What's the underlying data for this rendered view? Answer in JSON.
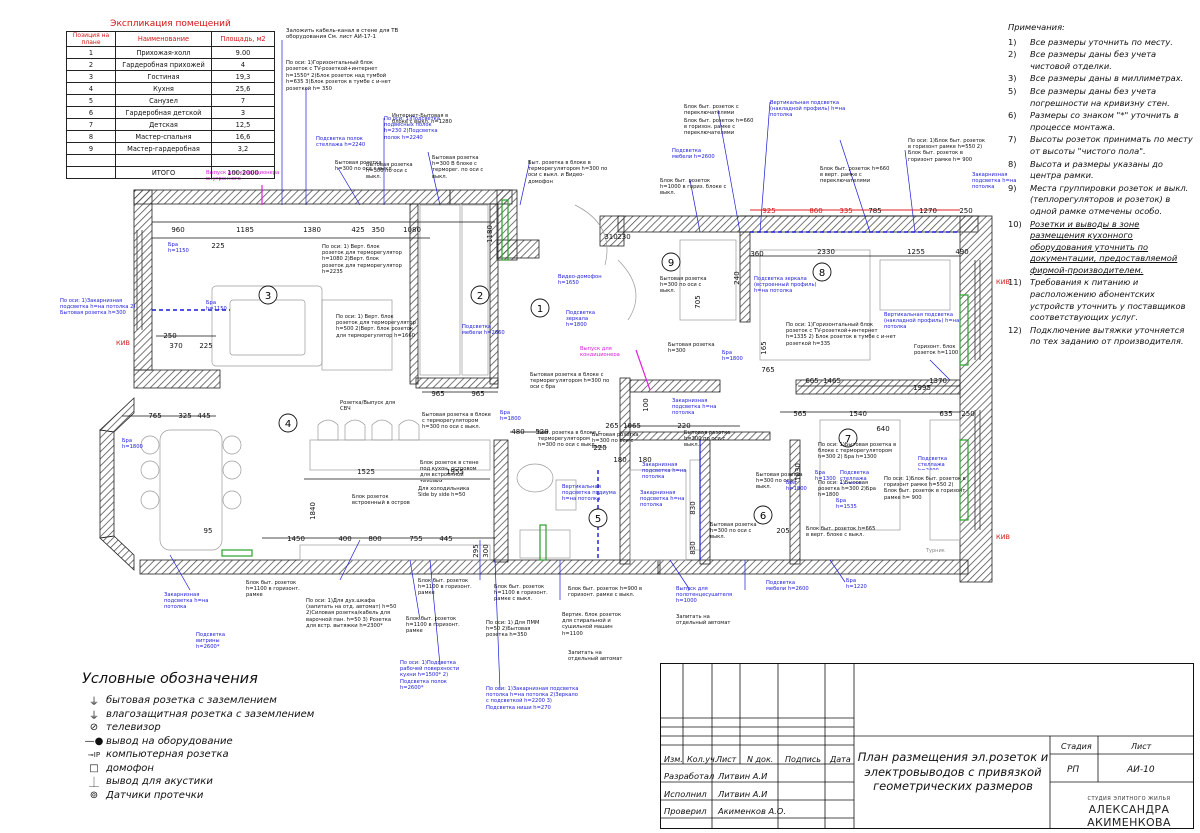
{
  "explication": {
    "title": "Экспликация помещений",
    "headers": [
      "Позиция на плане",
      "Наименование",
      "Площадь, м2"
    ],
    "rows": [
      [
        "1",
        "Прихожая-холл",
        "9.00"
      ],
      [
        "2",
        "Гардеробная прихожей",
        "4"
      ],
      [
        "3",
        "Гостиная",
        "19,3"
      ],
      [
        "4",
        "Кухня",
        "25,6"
      ],
      [
        "5",
        "Санузел",
        "7"
      ],
      [
        "6",
        "Гардеробная детской",
        "3"
      ],
      [
        "7",
        "Детская",
        "12,5"
      ],
      [
        "8",
        "Мастер-спальня",
        "16,6"
      ],
      [
        "9",
        "Мастер-гардеробная",
        "3,2"
      ]
    ],
    "total_label": "ИТОГО",
    "total_value": "100.2000"
  },
  "notes": {
    "heading": "Примечания:",
    "items": [
      {
        "num": "1)",
        "text": "Все размеры уточнить по месту."
      },
      {
        "num": "2)",
        "text": "Все размеры даны без учета чистовой отделки."
      },
      {
        "num": "3)",
        "text": "Все размеры даны в миллиметрах."
      },
      {
        "num": "5)",
        "text": "Все размеры даны без учета погрешности на кривизну стен."
      },
      {
        "num": "6)",
        "text": "Размеры со знаком \"*\" уточнить в процессе монтажа."
      },
      {
        "num": "7)",
        "text": "Высоты розеток принимать по месту от высоты \"чистого пола\"."
      },
      {
        "num": "8)",
        "text": "Высота и размеры указаны до центра рамки."
      },
      {
        "num": "9)",
        "text": "Места группировки розеток и выкл. (теплорегуляторов и розеток) в одной рамке отмечены особо."
      },
      {
        "num": "10)",
        "text": "Розетки и выводы в зоне размещения кухонного оборудования уточнить по документации, предоставляемой фирмой-производителем.",
        "underline": true
      },
      {
        "num": "11)",
        "text": "Требования к питанию и расположению абонентских устройств уточнить у поставщиков соответствующих услуг."
      },
      {
        "num": "12)",
        "text": "Подключение вытяжки уточняется по тех заданию от производителя."
      }
    ]
  },
  "legend": {
    "title": "Условные обозначения",
    "items": [
      {
        "icon": "socket-grounded-icon",
        "label": "бытовая розетка с заземлением"
      },
      {
        "icon": "socket-waterproof-icon",
        "label": "влагозащитная розетка с заземлением"
      },
      {
        "icon": "tv-outlet-icon",
        "label": "телевизор"
      },
      {
        "icon": "equipment-output-icon",
        "label": "вывод на оборудование"
      },
      {
        "icon": "computer-socket-icon",
        "label": "компьютерная розетка",
        "symbol": "IP"
      },
      {
        "icon": "intercom-icon",
        "label": "домофон"
      },
      {
        "icon": "acoustics-output-icon",
        "label": "вывод для акустики"
      },
      {
        "icon": "leak-sensor-icon",
        "label": "Датчики протечки"
      }
    ]
  },
  "title_block": {
    "col_headers": [
      "Изм.",
      "Кол.уч.",
      "Лист",
      "N док.",
      "Подпись",
      "Дата"
    ],
    "roles": [
      {
        "role": "Разработал",
        "name": "Литвин А.И"
      },
      {
        "role": "Исполнил",
        "name": "Литвин А.И"
      },
      {
        "role": "Проверил",
        "name": "Акименков А.О."
      }
    ],
    "title": "План размещения эл.розеток и электровыводов с привязкой геометрических размеров",
    "stage_label": "Стадия",
    "sheet_label": "Лист",
    "stage_value": "РП",
    "sheet_value": "АИ-10",
    "studio_line1": "СТУДИЯ ЭЛИТНОГО ЖИЛЬЯ",
    "studio_line2": "АЛЕКСАНДРА АКИМЕНКОВА"
  },
  "plan": {
    "room_numbers": [
      "1",
      "2",
      "3",
      "4",
      "5",
      "6",
      "7",
      "8",
      "9"
    ],
    "dimensions": [
      "960",
      "1185",
      "1380",
      "425",
      "350",
      "1080",
      "1180",
      "225",
      "250",
      "370",
      "225",
      "965",
      "965",
      "765",
      "325",
      "445",
      "1525",
      "1955",
      "1450",
      "400",
      "800",
      "755",
      "445",
      "295",
      "300",
      "480",
      "520",
      "265",
      "1065",
      "220",
      "360",
      "2330",
      "1255",
      "490",
      "925",
      "860",
      "335",
      "785",
      "1270",
      "250",
      "665",
      "1465",
      "1995",
      "1370",
      "565",
      "1540",
      "635",
      "250",
      "310",
      "230",
      "1840",
      "95",
      "180",
      "180",
      "240",
      "705",
      "165",
      "765",
      "100",
      "1030",
      "205",
      "830",
      "830",
      "220",
      "640"
    ],
    "blue_labels": [
      "Подсветка полок стеллажа h=2240",
      "Бра h=1150",
      "Бра h=1150",
      "Бра h=1800",
      "Бра h=1800",
      "Бра h=1800",
      "Бра h=1535",
      "Бра h=1220",
      "Бра h=1800",
      "Подсветка зеркала (встроенный профиль) h=на потолка",
      "Вертикальная подсветка (накладной профиль) h=на потолка",
      "Вертикальная подсветка (накладной профиль) h=на потолка",
      "Закарнизная подсветка h=на потолка",
      "Закарнизная подсветка h=на потолка",
      "Закарнизная подсветка h=на потолка",
      "Закарнизная подсветка h=на потолка",
      "Закарнизная подсветка h=на потолка",
      "Подсветка мебели h=2600",
      "Подсветка мебели h=2600",
      "Подсветка мебели h=2660",
      "Подсветка витрины h=2600*",
      "Вертикальная подсветка подиума h=на потолка",
      "Видео-домофон h=1650",
      "Подсветка зеркала h=1800",
      "Выпуск для полотенцесушителя h=1000",
      "Бра h=1300",
      "Подсветка стеллажа h=2400",
      "Подсветка стеллажа h=2400",
      "По оси: 1)Закарнизная подсветка h=на потолка 2) Бытовая розетка h=300",
      "По оси: 1)Подсветка рабочей поверхности кухни h=1500* 2) Подсветка полок h=2600*",
      "По оси: 1)Закарнизная подсветка потолка h=на потолка 2)Зеркало с подсветкой h=2200 3) Подсветка ниши h=270",
      "По оси: 1)Подсветка подвесных полок h=230 2)Подсветка полок h=2240"
    ],
    "magenta_labels": [
      "Выпуск для кондиционера внутреннего",
      "Выпуск для кондиционера"
    ],
    "black_labels": [
      "Заложить кабель-канал в стене для ТВ оборудования См. лист АИ-17-1",
      "По оси: 1)Горизонтальный блок розеток с TV-розеткой+интернет h=1550* 2)Блок розеток над тумбой h=635 3)Блок розеток в тумбе с и-нет розеткой h= 350",
      "Бытовая розетка h=300 по оси с выкл.",
      "Интернет-Бытовая в блоке с выкл. h=1280",
      "Бытовая розетка h=300 В блоке с терморег. по оси с выкл.",
      "Быт. розетка в блоке в терморегулятором h=300 по оси с выкл. и Видео-домофон",
      "Блок быт. розеток с переключателями",
      "Блок быт. розеток h=660 в горизон. рамке с переключателями",
      "Блок быт. розеток h=1000 в гориз. блоке с выкл.",
      "Блок быт. розеток h=660 в верт. рамке с переключателями",
      "По оси: 1)Блок быт. розеток в горизонт рамке h=550 2) Блок быт. розеток в горизонт рамке h= 900",
      "По оси: 1) Верт. блок розеток для терморегулятор h=1080 2)Верт. блок розеток для терморегулятор h=2235",
      "По оси: 1) Верт. блок розеток для терморегулятор h=500 2)Верт. блок розеток для терморегулятор h=1660",
      "Бытовая розетка h=300 по оси с выкл.",
      "Бытовая розетка в блоке с терморегулятором h=300 по оси с выкл.",
      "Розетка/Выпуск для СВЧ",
      "Бытовая розетка в блоке с терморегулятором h=300 по оси с бра",
      "Блок розеток в стене под кухон. островом для встроенной техники",
      "Блок розеток встроенный в остров",
      "Для холодильника Side by side h=50",
      "Блок быт. розеток h=1100 в горизонт. рамке",
      "По оси: 1)Для дух.шкафа (запитать на отд. автомат) h=50 2)Силовая розетка/кабель для варочной пан. h=50 3) Розетка для встр. вытяжки h=2300*",
      "Блок быт. розеток h=1100 в горизонт. рамке",
      "Блок быт. розеток h=1100 в горизонт. рамке",
      "Блок быт. розеток h=1100 в горизонт. рамке с выкл.",
      "Блок быт. розеток h=900 в горизонт. рамке с выкл.",
      "По оси: 1) Для ПММ h=50 2)Бытовая розетка h=350",
      "Вертик. блок розеток для стиральной и сушильной машин h=1100",
      "Запитать на отдельный автомат",
      "Запитать на отдельный автомат",
      "Бытовая розетка h=300 по оси с выкл.",
      "Бытовая розетка h=300 по оси с выкл.",
      "Быт. розетка в блоке с терморегулятором h=300 по оси с выкл.",
      "Бытовая розетка h=300 по оси с выкл.",
      "По оси: 1)Горизонтальный блок розеток с TV-розеткой+интернет h=1335 2) Блок розеток в тумбе с и-нет розеткой h=335",
      "Бытовая розетка h=300",
      "Бытовая розетка h=300 по оси с выкл.",
      "Бытовая розетка h=300 по оси с выкл.",
      "Горизонт. блок розеток h=1100",
      "По оси: 1)Бытовая розетка в блоке с терморегулятором h=300 2) Бра h=1300",
      "По оси: 1)Бытовая розетка h=300 2)Бра h=1800",
      "Блок быт. розеток h=665 в верт. блоке с выкл.",
      "По оси: 1)Блок быт. розеток в горизонт рамке h=550 2) Блок быт. розеток в горизонт рамке h= 900",
      "Турник"
    ],
    "red_labels": [
      "КИВ",
      "КИВ",
      "КИВ"
    ]
  }
}
